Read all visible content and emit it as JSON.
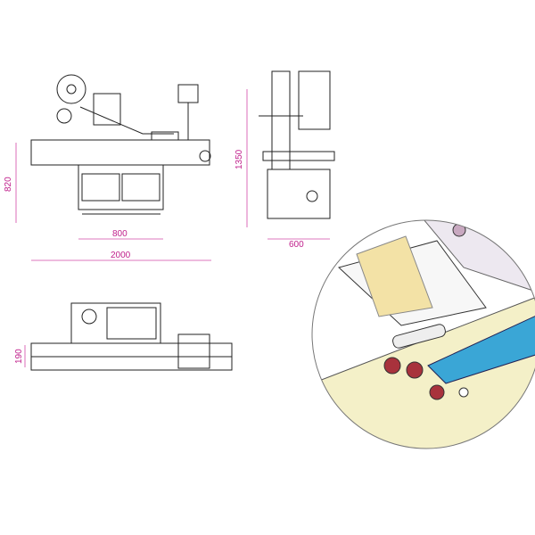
{
  "dimensions": {
    "front_height": "820",
    "base_width": "800",
    "total_length": "2000",
    "side_height": "1350",
    "side_width": "600",
    "top_height": "190"
  },
  "colors": {
    "dimension": "#c0208c",
    "label_sheet": "#f3e2a6",
    "belt": "#3aa6d6",
    "roller": "#a8323c",
    "plate": "#f4f0c8"
  }
}
